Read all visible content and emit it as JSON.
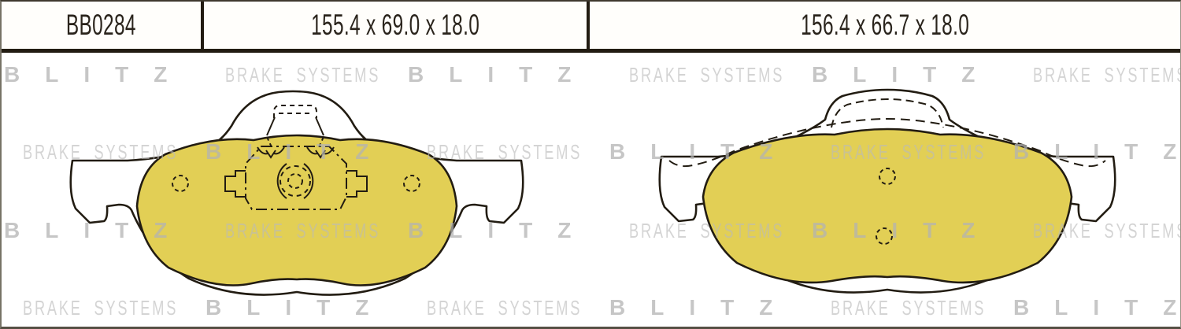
{
  "header": {
    "part_number": "BB0284",
    "left_pad_dimensions": "155.4 x 69.0 x 18.0",
    "right_pad_dimensions": "156.4 x 66.7 x 18.0"
  },
  "watermark": {
    "brand": "BLITZ",
    "tagline": "BRAKE SYSTEMS"
  },
  "colors": {
    "pad_fill": "#e2cf55",
    "line_color": "#221c12",
    "wm_blitz": "rgba(178,178,178,0.74)",
    "wm_tagline": "rgba(186,186,186,0.62)"
  }
}
